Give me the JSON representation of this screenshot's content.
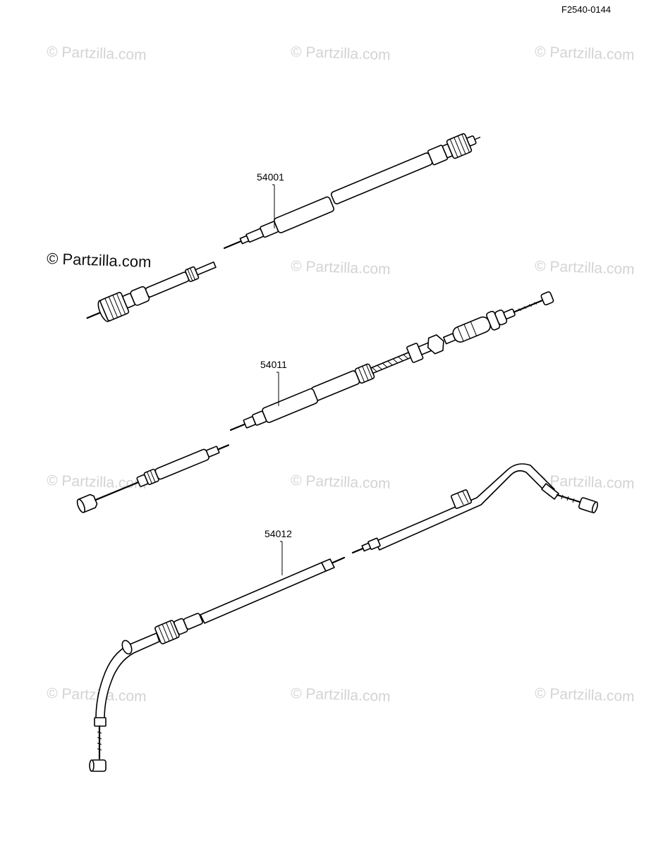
{
  "diagram": {
    "code": "F2540-0144",
    "watermark": "© Partzilla.com",
    "parts": [
      {
        "number": "54001"
      },
      {
        "number": "54011"
      },
      {
        "number": "54012"
      }
    ]
  }
}
